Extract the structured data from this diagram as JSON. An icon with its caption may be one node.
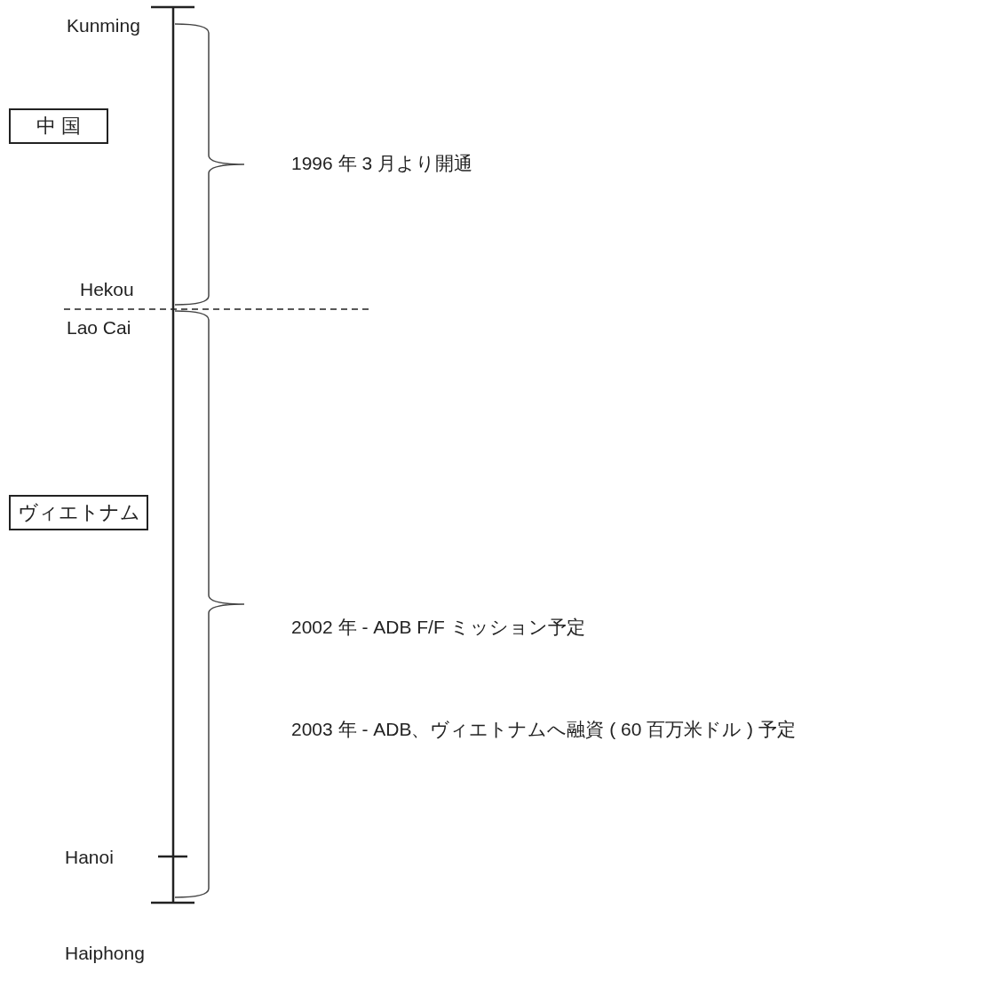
{
  "diagram": {
    "nodes": [
      {
        "text": [
          "中 国"
        ]
      },
      {
        "text": [
          "ヴィエトナム"
        ]
      }
    ],
    "labels": [
      "Kunming",
      "1996 年 3 月より開通",
      "Hekou",
      "Lao Cai",
      "2002 年 - ADB F/F ミッション予定",
      "2003 年 - ADB、ヴィエトナムへ融資 ( 60 百万米ドル ) 予定",
      "Hanoi",
      "Haiphong"
    ]
  }
}
